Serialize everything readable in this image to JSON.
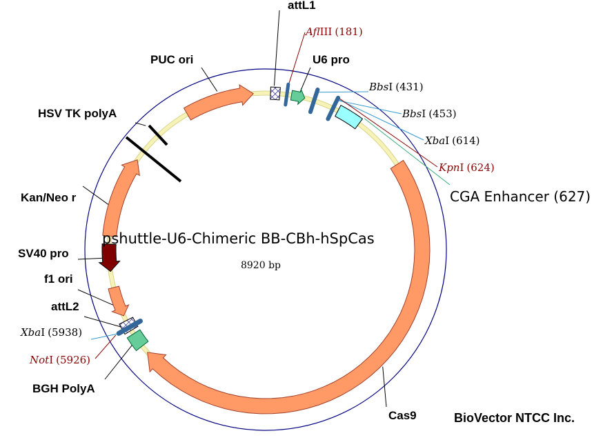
{
  "plasmid": {
    "name": "pshuttle-U6-Chimeric BB-CBh-hSpCas",
    "size_label": "8920 bp",
    "total_bp": 8920
  },
  "brand": "BioVector NTCC Inc.",
  "colors": {
    "backbone": "#f7f3b8",
    "ring": "#000080",
    "feature_orange": "#ff9966",
    "feature_outline": "#a0402a",
    "sv40": "#800000",
    "green": "#66cc99",
    "cyan": "#99ffff",
    "site_bar": "#336699",
    "enzyme_black": "#000000",
    "enzyme_red": "#8b0000"
  },
  "features": [
    {
      "id": "puc-ori",
      "label": "PUC ori",
      "type": "arrow"
    },
    {
      "id": "attl1",
      "label": "attL1",
      "type": "hatch"
    },
    {
      "id": "u6-pro",
      "label": "U6 pro",
      "type": "arrow"
    },
    {
      "id": "cga-enhancer",
      "label": "CGA Enhancer (627)",
      "type": "box"
    },
    {
      "id": "cas9",
      "label": "Cas9",
      "type": "arrow"
    },
    {
      "id": "bgh-polya",
      "label": "BGH PolyA",
      "type": "box"
    },
    {
      "id": "attl2",
      "label": "attL2",
      "type": "hatch"
    },
    {
      "id": "f1-ori",
      "label": "f1 ori",
      "type": "arrow"
    },
    {
      "id": "sv40-pro",
      "label": "SV40 pro",
      "type": "arrow"
    },
    {
      "id": "kan-neo-r",
      "label": "Kan/Neo r",
      "type": "arrow"
    },
    {
      "id": "hsv-tk-polya",
      "label": "HSV TK polyA",
      "type": "line"
    }
  ],
  "sites": [
    {
      "name": "AflIII",
      "italic": "Afl",
      "roman": "III",
      "pos": "(181)",
      "color": "red"
    },
    {
      "name": "BbsI",
      "italic": "Bbs",
      "roman": "I",
      "pos": "(431)",
      "color": "black"
    },
    {
      "name": "BbsI",
      "italic": "Bbs",
      "roman": "I",
      "pos": "(453)",
      "color": "black"
    },
    {
      "name": "XbaI",
      "italic": "Xba",
      "roman": "I",
      "pos": "(614)",
      "color": "black"
    },
    {
      "name": "KpnI",
      "italic": "Kpn",
      "roman": "I",
      "pos": "(624)",
      "color": "red"
    },
    {
      "name": "XbaI",
      "italic": "Xba",
      "roman": "I",
      "pos": "(5938)",
      "color": "black"
    },
    {
      "name": "NotI",
      "italic": "Not",
      "roman": "I",
      "pos": "(5926)",
      "color": "red"
    }
  ]
}
